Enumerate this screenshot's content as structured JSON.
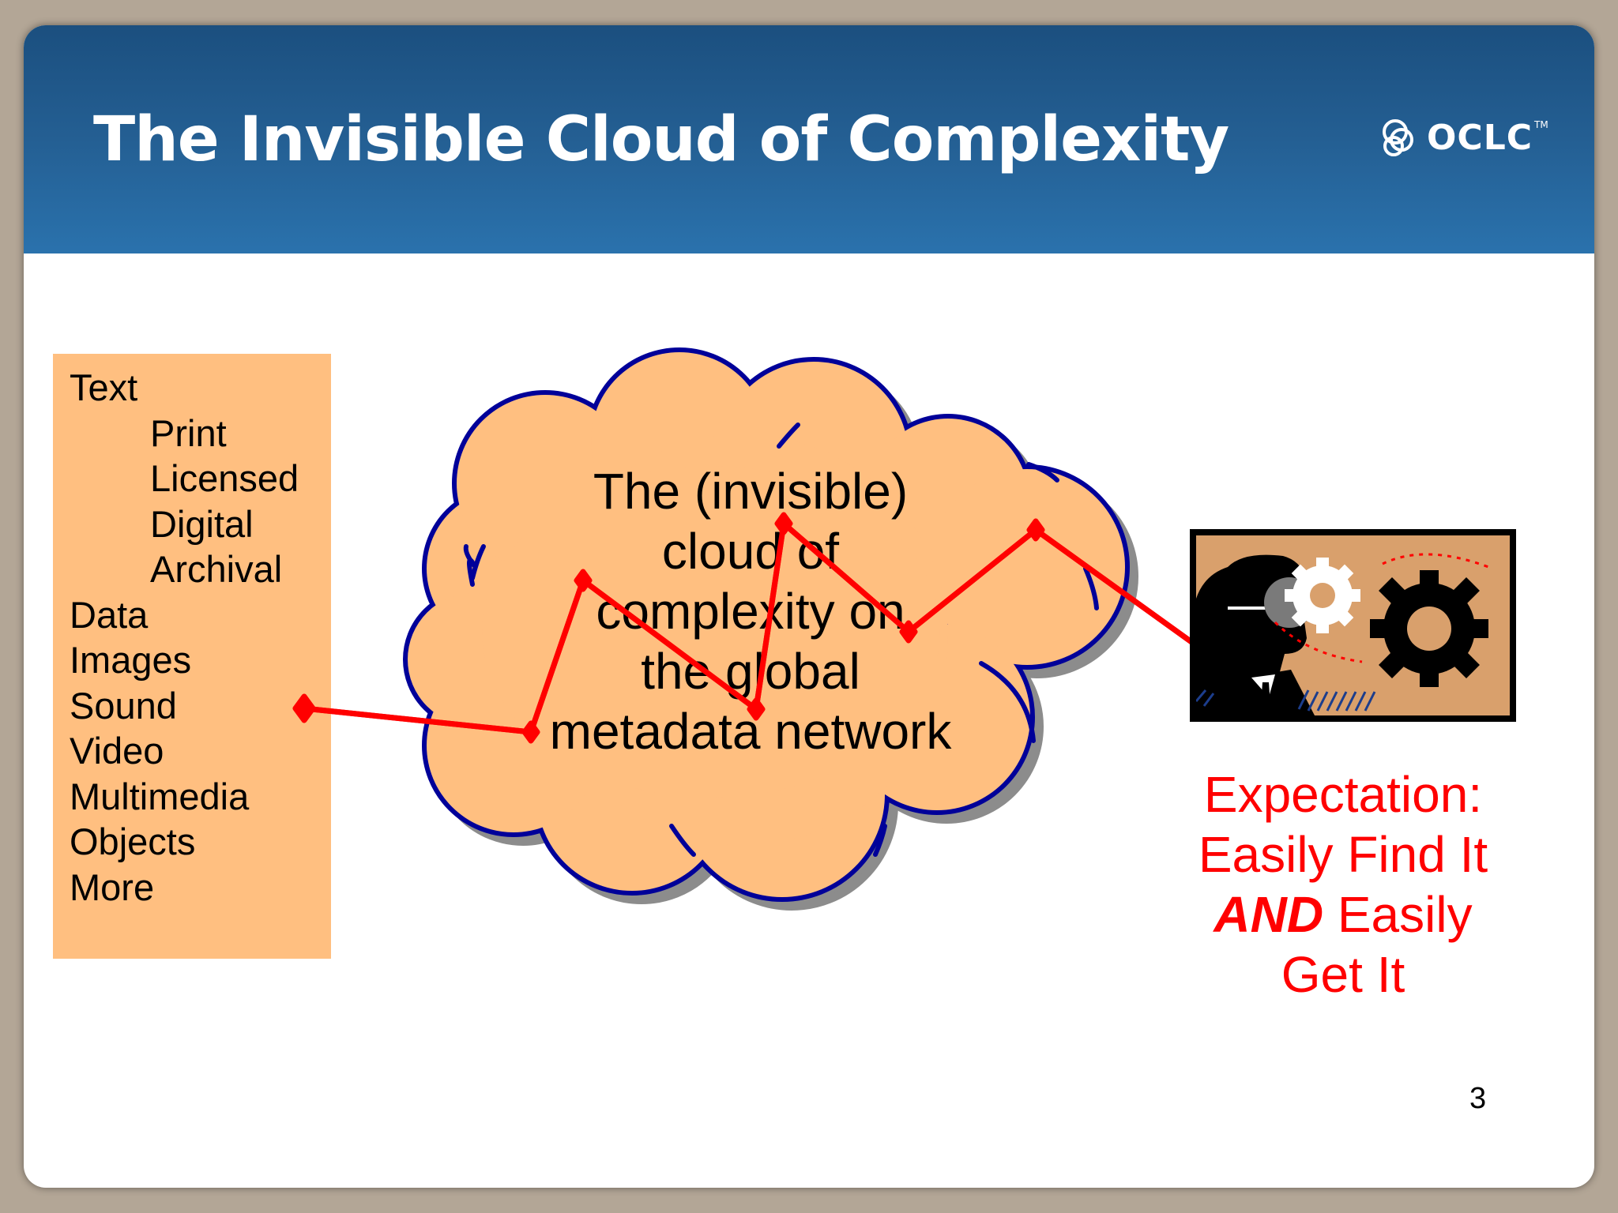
{
  "slide": {
    "title": "The Invisible Cloud of Complexity",
    "logo": "OCLC",
    "logo_tm": "TM",
    "page_number": "3"
  },
  "media_types": [
    {
      "label": "Text",
      "indent": false
    },
    {
      "label": "Print",
      "indent": true
    },
    {
      "label": "Licensed",
      "indent": true
    },
    {
      "label": "Digital",
      "indent": true
    },
    {
      "label": "Archival",
      "indent": true
    },
    {
      "label": "Data",
      "indent": false
    },
    {
      "label": "Images",
      "indent": false
    },
    {
      "label": "Sound",
      "indent": false
    },
    {
      "label": "Video",
      "indent": false
    },
    {
      "label": "Multimedia",
      "indent": false
    },
    {
      "label": "Objects",
      "indent": false
    },
    {
      "label": "More",
      "indent": false
    }
  ],
  "cloud": {
    "lines": [
      "The (invisible)",
      "cloud of",
      "complexity on",
      "the global",
      "metadata network"
    ]
  },
  "expectation": {
    "line1": "Expectation:",
    "line2": "Easily Find It",
    "line3_bold": "AND",
    "line3_rest": " Easily",
    "line4": "Get It"
  },
  "colors": {
    "header": "#245f93",
    "box_fill": "#ffbf80",
    "cloud_fill": "#ffbf80",
    "cloud_stroke": "#000099",
    "arrow": "#ff0000",
    "expectation_text": "#ff0000"
  },
  "icons": [
    "oclc-logo-icon",
    "gears-head-clipart"
  ]
}
